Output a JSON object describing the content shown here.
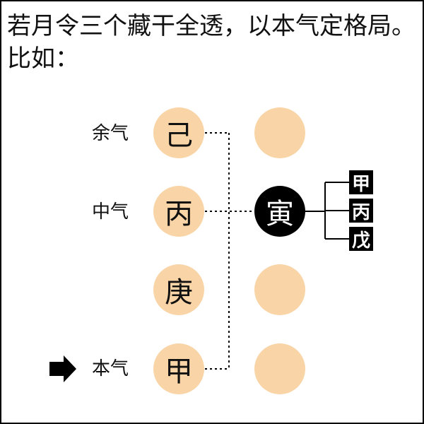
{
  "title": "若月令三个藏干全透，以本气定格局。比如：",
  "labels": {
    "residual": "余气",
    "middle": "中气",
    "main": "本气"
  },
  "stems_left": [
    "己",
    "丙",
    "庚",
    "甲"
  ],
  "branch": "寅",
  "hidden_stems": [
    "甲",
    "丙",
    "戊"
  ],
  "colors": {
    "peach": "#f9d4a6",
    "black": "#000000"
  },
  "icons": {
    "pointer": "arrow-right-icon"
  }
}
